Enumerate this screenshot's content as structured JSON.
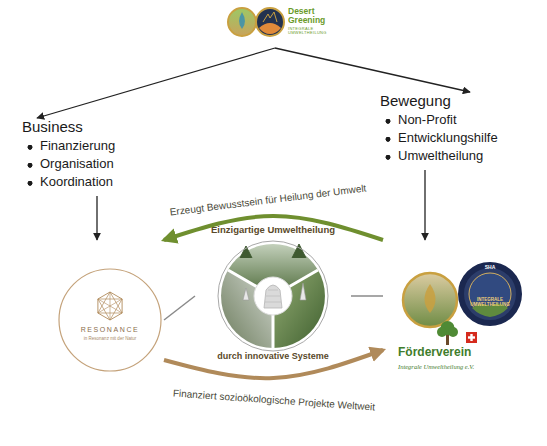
{
  "diagram": {
    "nodes": [
      {
        "text": [
          "Desert Greening",
          "INTEGRALE UMWELTHEILUNG"
        ]
      },
      {
        "text": [
          "Business",
          "Finanzierung",
          "Organisation",
          "Koordination"
        ]
      },
      {
        "text": [
          "Bewegung",
          "Non-Profit",
          "Entwicklungshilfe",
          "Umweltheilung"
        ]
      },
      {
        "text": [
          "RESONANCE",
          "in Resonanz mit der Natur"
        ]
      },
      {
        "text": [
          "Einzigartige Umweltheilung",
          "durch innovative Systeme"
        ]
      },
      {
        "text": [
          "SHA",
          "INTEGRALE UMWELTHEILUNG",
          "Förderverein",
          "Integrale Umweltheilung e.V."
        ]
      }
    ],
    "edges": [
      {
        "from": 0,
        "to": 1,
        "arrow": "to"
      },
      {
        "from": 0,
        "to": 2,
        "arrow": "to"
      },
      {
        "from": 1,
        "to": 3,
        "arrow": "to"
      },
      {
        "from": 2,
        "to": 5,
        "arrow": "to"
      },
      {
        "from": 5,
        "to": 3,
        "label": "Erzeugt Bewusstsein für Heilung der Umwelt",
        "arrow": "to"
      },
      {
        "from": 3,
        "to": 5,
        "label": "Finanziert sozioökologische Projekte Weltweit",
        "arrow": "to"
      },
      {
        "from": 3,
        "to": 4,
        "arrow": "none"
      },
      {
        "from": 4,
        "to": 5,
        "arrow": "none"
      }
    ]
  }
}
